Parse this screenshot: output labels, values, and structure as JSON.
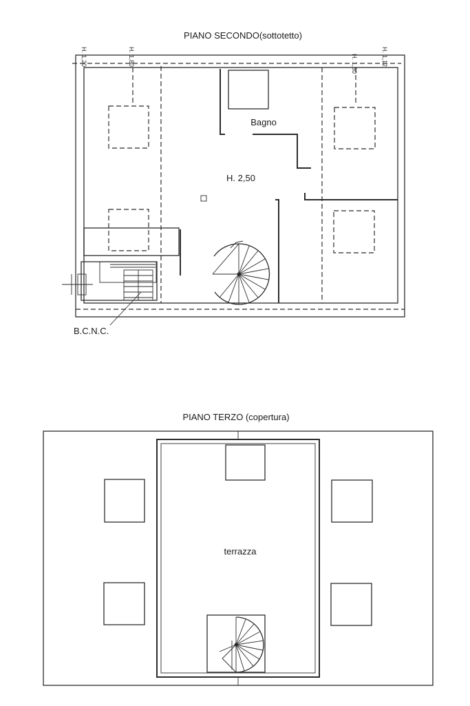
{
  "floor2": {
    "title": "PIANO SECONDO(sottotetto)",
    "bath_label": "Bagno",
    "height_label": "H. 2,50",
    "bcnc_label": "B.C.N.C.",
    "height_marks": [
      "H. 1,20",
      "H. 1,80",
      "H. 1,80",
      "H. 1,12"
    ]
  },
  "floor3": {
    "title": "PIANO TERZO (copertura)",
    "terrace_label": "terrazza"
  }
}
